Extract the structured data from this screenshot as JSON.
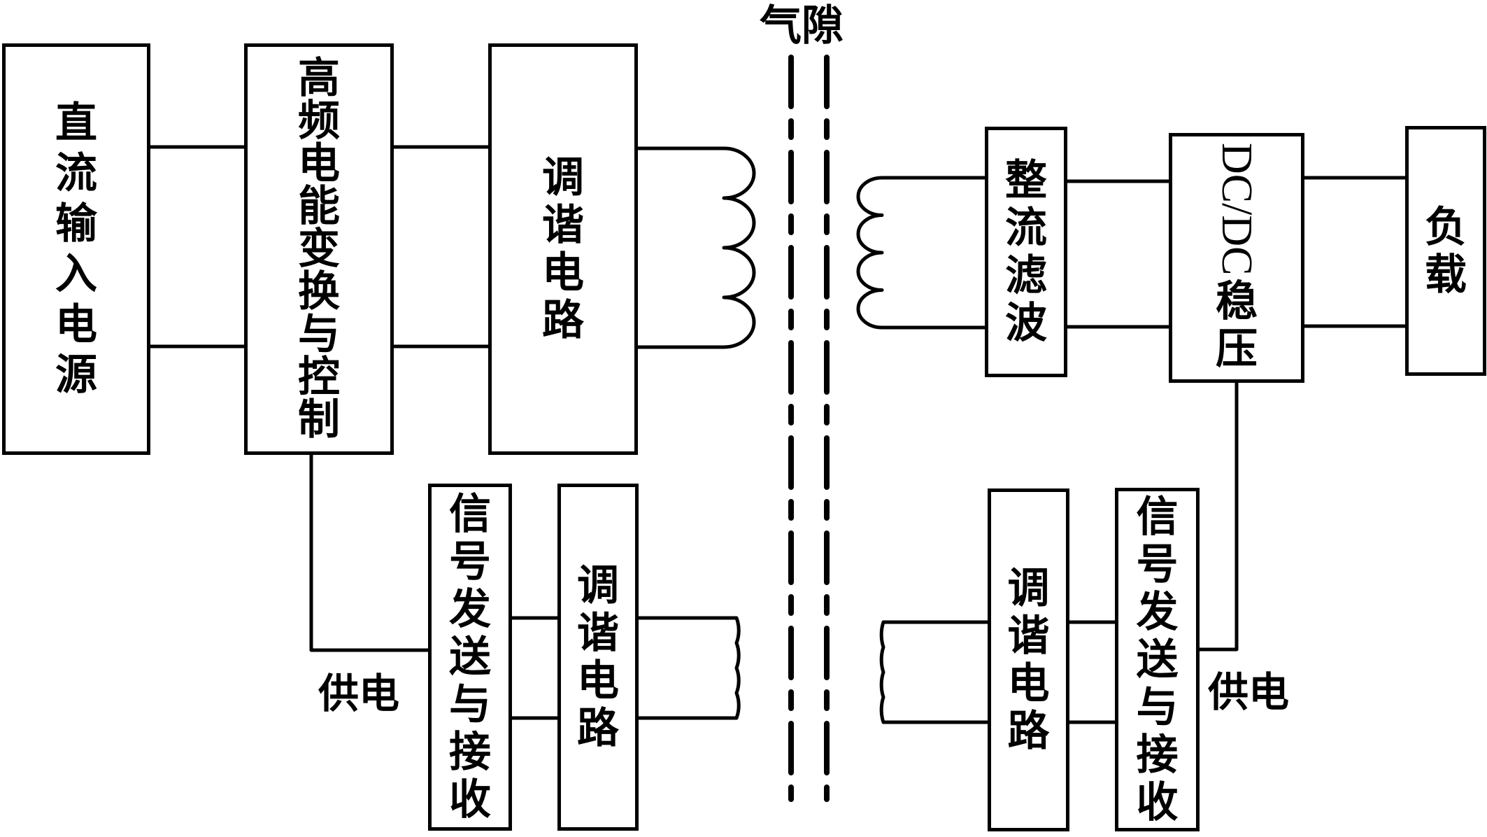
{
  "diagram": {
    "air_gap_label": "气隙",
    "blocks": {
      "dc_source": "直流输入电源",
      "hf_converter": "高频电能变换与控制",
      "tuning_tx": "调谐电路",
      "rectifier_filter": "整流滤波",
      "dcdc_latin": "DC/DC",
      "dcdc_cjk": "稳压",
      "load": "负载",
      "signal_tx": "信号发送与接收",
      "signal_tuning_tx": "调谐电路",
      "signal_tuning_rx": "调谐电路",
      "signal_rx": "信号发送与接收"
    },
    "power_supply_label_left": "供电",
    "power_supply_label_right": "供电"
  }
}
